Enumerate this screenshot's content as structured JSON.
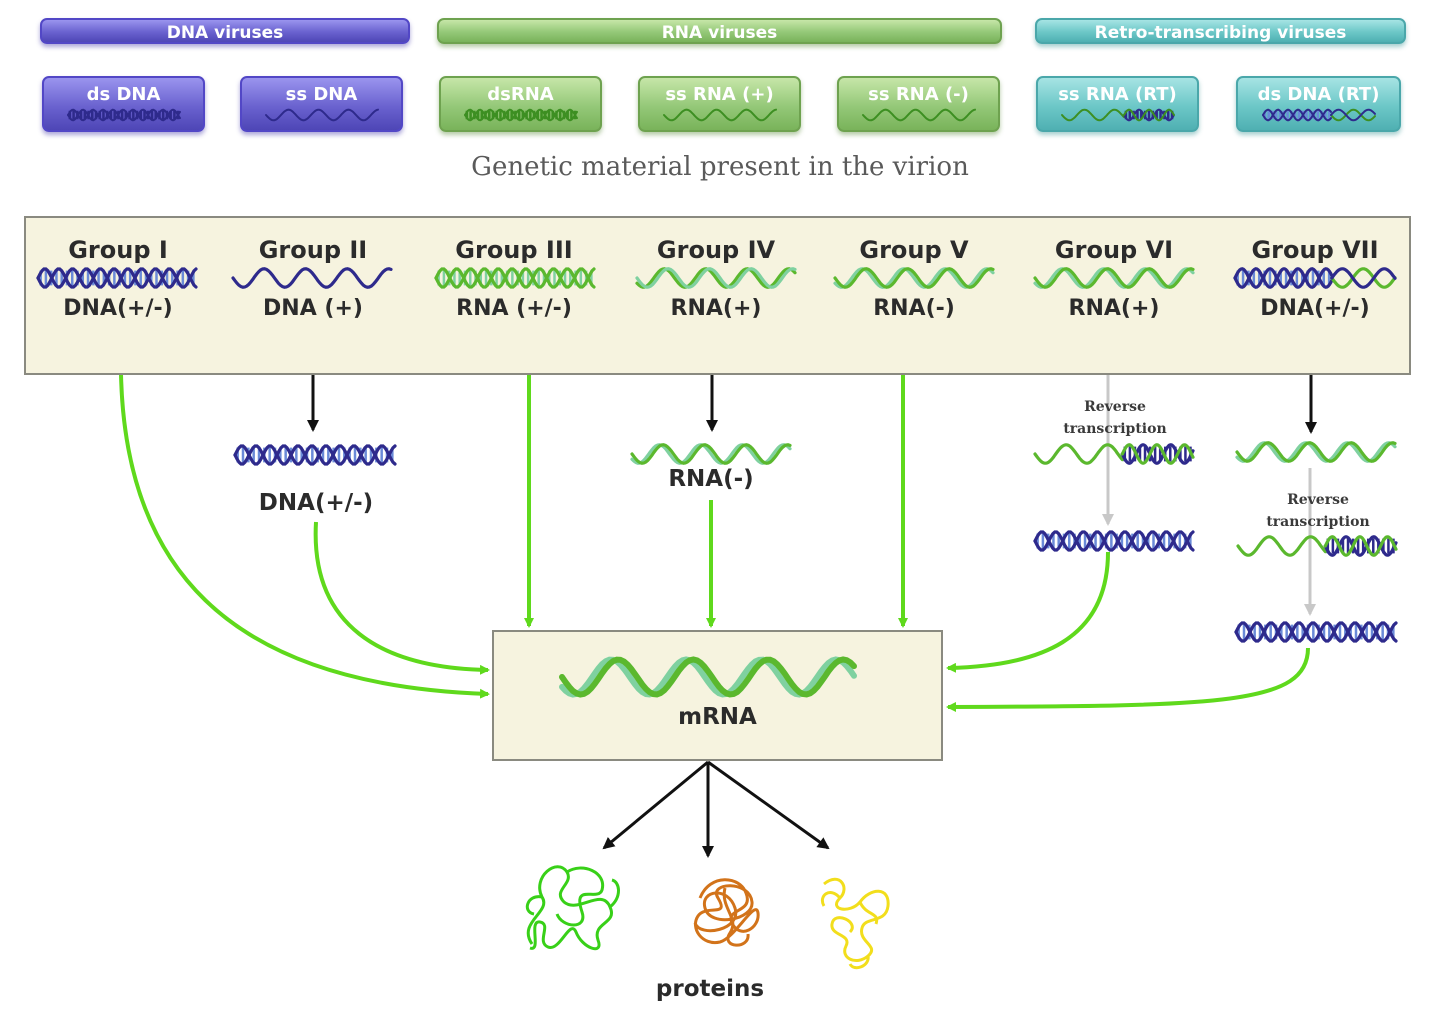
{
  "categories": [
    {
      "label": "DNA viruses",
      "color": "#6a62cf"
    },
    {
      "label": "RNA viruses",
      "color": "#94c878"
    },
    {
      "label": "Retro-transcribing viruses",
      "color": "#6cc7c7"
    }
  ],
  "genome_types": [
    {
      "label": "ds DNA"
    },
    {
      "label": "ss DNA"
    },
    {
      "label": "dsRNA"
    },
    {
      "label": "ss RNA (+)"
    },
    {
      "label": "ss RNA (-)"
    },
    {
      "label": "ss RNA (RT)"
    },
    {
      "label": "ds DNA (RT)"
    }
  ],
  "caption": "Genetic material present in the virion",
  "groups": [
    {
      "name": "Group I",
      "material": "DNA(+/-)"
    },
    {
      "name": "Group II",
      "material": "DNA (+)"
    },
    {
      "name": "Group III",
      "material": "RNA (+/-)"
    },
    {
      "name": "Group IV",
      "material": "RNA(+)"
    },
    {
      "name": "Group V",
      "material": "RNA(-)"
    },
    {
      "name": "Group VI",
      "material": "RNA(+)"
    },
    {
      "name": "Group VII",
      "material": "DNA(+/-)"
    }
  ],
  "intermediates": {
    "group2": "DNA(+/-)",
    "group4": "RNA(-)",
    "reverse_transcription_line1": "Reverse",
    "reverse_transcription_line2": "transcription"
  },
  "mrna_label": "mRNA",
  "proteins_label": "proteins",
  "colors": {
    "dna": "#2e2a8c",
    "rna": "#7fd1a0",
    "rna_dark": "#5bb82e",
    "arrow_green": "#5fd91c",
    "arrow_black": "#111111",
    "arrow_gray": "#c8c8c8",
    "panel": "#f6f3df",
    "protein_green": "#38d018",
    "protein_orange": "#d2731a",
    "protein_yellow": "#f2de1c"
  }
}
